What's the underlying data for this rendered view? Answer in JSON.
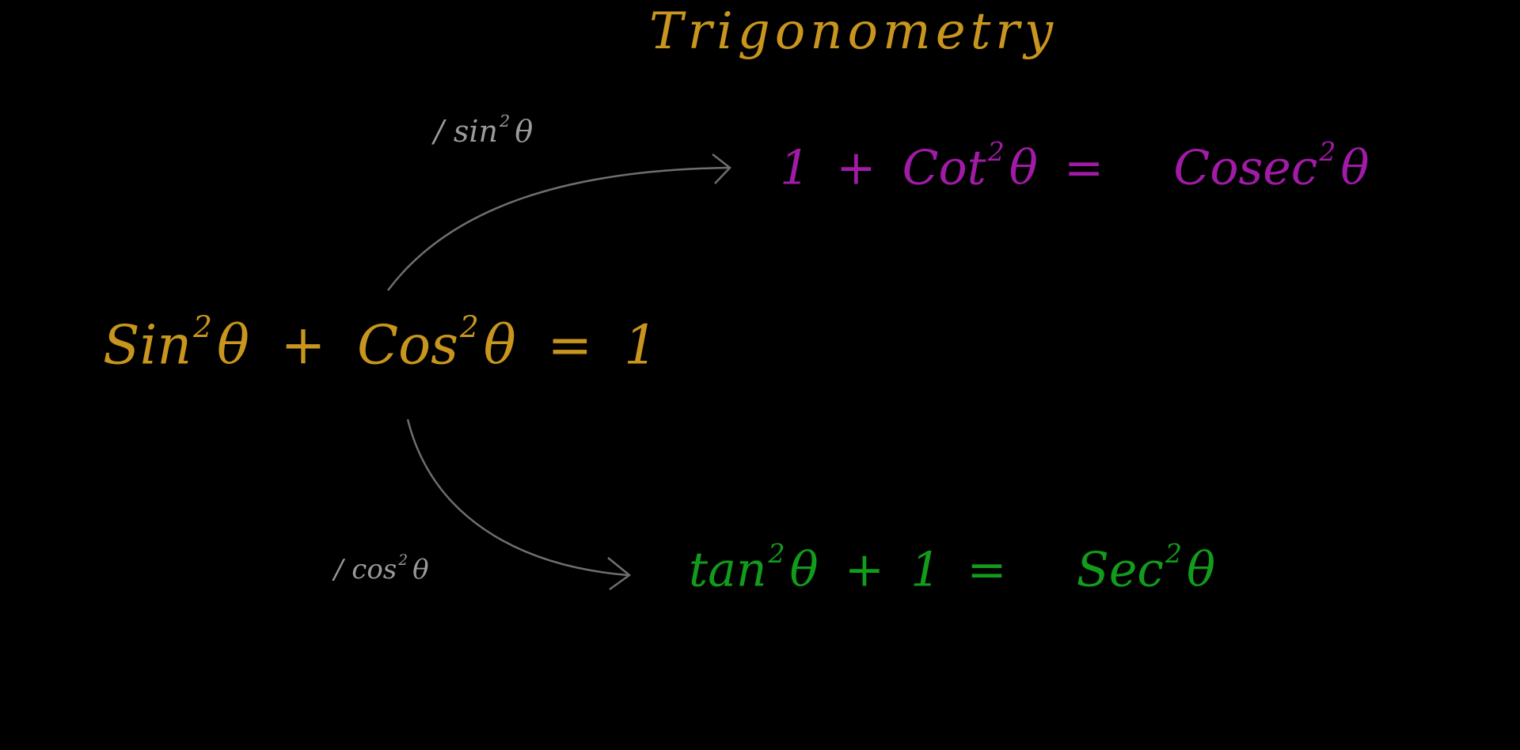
{
  "colors": {
    "title": "#c8961e",
    "main": "#c8961e",
    "top": "#a11ba6",
    "bottom": "#129c1b",
    "note": "#9a9a9a",
    "arrow": "#6f6f6f"
  },
  "title": "Trigonometry",
  "main_identity": {
    "sin": "Sin",
    "sin_exp": "2",
    "theta1": "θ",
    "plus": "+",
    "cos": "Cos",
    "cos_exp": "2",
    "theta2": "θ",
    "equals": "=",
    "rhs": "1"
  },
  "divide_by_sin": {
    "slash": "/",
    "fn": "sin",
    "exp": "2",
    "theta": "θ"
  },
  "divide_by_cos": {
    "slash": "/",
    "fn": "cos",
    "exp": "2",
    "theta": "θ"
  },
  "cot_identity": {
    "one": "1",
    "plus": "+",
    "cot": "Cot",
    "cot_exp": "2",
    "theta1": "θ",
    "equals": "=",
    "cosec": "Cosec",
    "cosec_exp": "2",
    "theta2": "θ"
  },
  "tan_identity": {
    "tan": "tan",
    "tan_exp": "2",
    "theta1": "θ",
    "plus": "+",
    "one": "1",
    "equals": "=",
    "sec": "Sec",
    "sec_exp": "2",
    "theta2": "θ"
  }
}
